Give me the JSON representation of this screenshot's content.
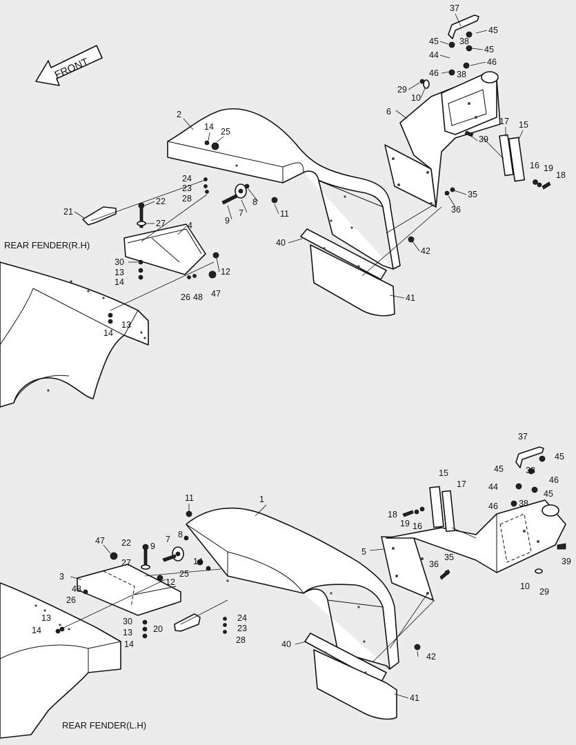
{
  "front_label": "FRONT",
  "assemblies": [
    {
      "name": "REAR FENDER(R.H)",
      "callouts": [
        "37",
        "45",
        "45",
        "38",
        "44",
        "45",
        "46",
        "38",
        "46",
        "29",
        "10",
        "6",
        "2",
        "14",
        "25",
        "17",
        "15",
        "39",
        "24",
        "23",
        "28",
        "7",
        "8",
        "9",
        "11",
        "16",
        "19",
        "18",
        "35",
        "36",
        "21",
        "22",
        "27",
        "4",
        "40",
        "42",
        "30",
        "13",
        "14",
        "12",
        "26",
        "48",
        "47",
        "41",
        "13",
        "14"
      ]
    },
    {
      "name": "REAR FENDER(L.H)",
      "callouts": [
        "37",
        "45",
        "38",
        "45",
        "46",
        "45",
        "44",
        "38",
        "46",
        "15",
        "17",
        "18",
        "19",
        "16",
        "1",
        "11",
        "5",
        "35",
        "36",
        "39",
        "10",
        "29",
        "47",
        "22",
        "7",
        "8",
        "9",
        "27",
        "25",
        "14",
        "12",
        "3",
        "48",
        "26",
        "24",
        "23",
        "28",
        "20",
        "30",
        "13",
        "14",
        "13",
        "14",
        "40",
        "42",
        "41"
      ]
    }
  ]
}
